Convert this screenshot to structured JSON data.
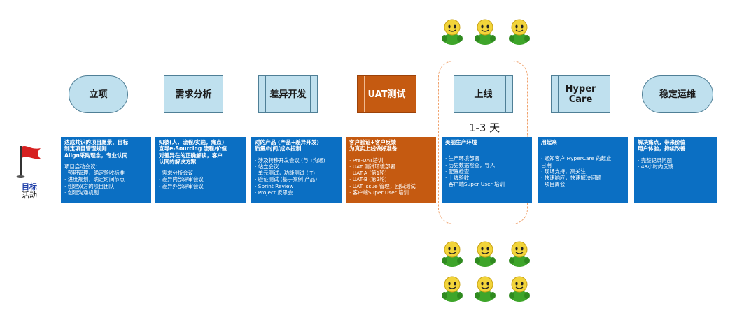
{
  "stages": [
    {
      "label": "立项"
    },
    {
      "label": "需求分析"
    },
    {
      "label": "差异开发"
    },
    {
      "label": "UAT测试"
    },
    {
      "label": "上线"
    },
    {
      "label": "Hyper Care"
    },
    {
      "label": "稳定运维"
    }
  ],
  "duration": "1-3 天",
  "left_labels": {
    "goal": "目标",
    "activity": "活动"
  },
  "boxes": [
    {
      "headline": [
        "达成共识的项目愿景、目标",
        "制定项目管理规则",
        "Align采购理念，专业认同"
      ],
      "items": [
        "项目启动会议：",
        "· 预期管理，确定验收标准",
        "· 进度规划，确定时间节点",
        "· 创建双方的项目团队",
        "· 创建沟通机制"
      ]
    },
    {
      "headline": [
        "知彼(人，流程/实践，痛点)",
        "宣导e-Sourcing 流程/价值",
        "对差异在的正确解读，客户",
        "认同的解决方案"
      ],
      "items": [
        "· 需求分析会议",
        "· 差异内部评审会议",
        "· 差异外部评审会议"
      ]
    },
    {
      "headline": [
        "对的产品 (产品+差异开发)",
        "质量/时间/成本控制"
      ],
      "items": [
        "· 涉及转移开发会议 (与IT沟通)",
        "· 站立会议",
        "· 单元测试，功能测试 (IT)",
        "· 验证测试 (基于案例 产品)",
        "· Sprint Review",
        "· Project 反思会"
      ]
    },
    {
      "headline": [
        "客户验证+客户反馈",
        "为真实上线做好准备"
      ],
      "items": [
        "· Pre-UAT培训,",
        "· UAT 测试环境部署",
        "· UAT-A (第1轮)",
        "· UAT-B (第2轮)",
        "· UAT Issue 管理，回归测试",
        "· 客户端Super User 培训"
      ]
    },
    {
      "headline": [
        "美丽生产环境"
      ],
      "items": [
        "· 生产环境部署",
        "· 历史数据检查，导入",
        "· 配置检查",
        "· 上线验收",
        "· 客户端Super User 培训"
      ]
    },
    {
      "headline": [
        "用起来"
      ],
      "items": [
        "· 通知客户 HyperCare 的起止",
        "日期",
        "· 现场支持，高关注",
        "· 快速响应，快速解决问题",
        "· 项目周会"
      ]
    },
    {
      "headline": [
        "解决痛点，带来价值",
        "用户体验，持续改善"
      ],
      "items": [
        "· 完整记录问题",
        "· 48小时内反馈"
      ]
    }
  ],
  "colors": {
    "stage_fill": "#bfe0ee",
    "uat_orange": "#c55a11",
    "box_blue": "#0b6fc3",
    "dashed": "#f0a26c",
    "flag": "#d62020"
  },
  "icons": {
    "people": "person-icon",
    "flag": "flag-icon"
  }
}
